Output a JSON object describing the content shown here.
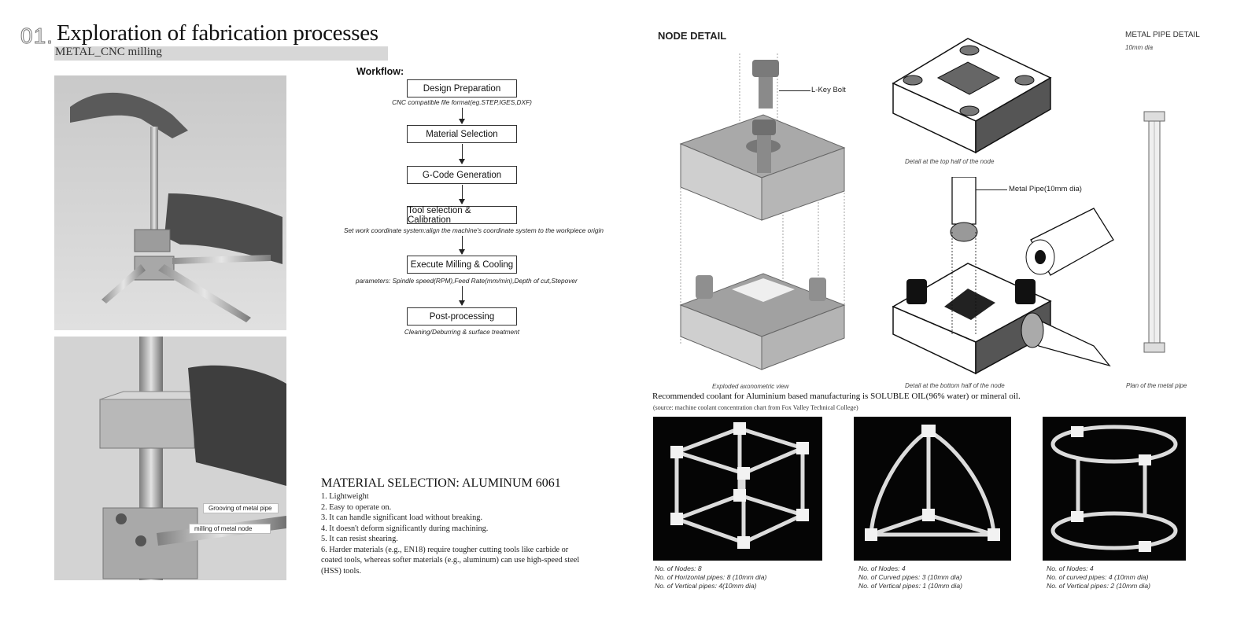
{
  "header": {
    "number": "01.",
    "title": "Exploration of fabrication processes",
    "subtitle": "METAL_CNC milling"
  },
  "photos": {
    "groove_label": "Grooving of metal pipe",
    "node_label": "milling of metal node"
  },
  "workflow": {
    "title": "Workflow:",
    "steps": [
      {
        "label": "Design Preparation",
        "note": "CNC compatible file format(eg.STEP,IGES,DXF)"
      },
      {
        "label": "Material Selection",
        "note": ""
      },
      {
        "label": "G-Code Generation",
        "note": ""
      },
      {
        "label": "Tool selection & Calibration",
        "note": "Set work coordinate system:align the machine's coordinate system to the workpiece origin"
      },
      {
        "label": "Execute Milling & Cooling",
        "note": "parameters: Spindle speed(RPM),Feed Rate(mm/min),Depth of cut,Stepover"
      },
      {
        "label": "Post-processing",
        "note": "Cleaning/Deburring & surface treatment"
      }
    ]
  },
  "material": {
    "title": "MATERIAL SELECTION: ALUMINUM 6061",
    "items": [
      "1. Lightweight",
      "2. Easy to operate on.",
      "3. It can handle significant load without breaking.",
      "4. It doesn't deform significantly during machining.",
      "5. It can resist shearing.",
      "6. Harder materials (e.g., EN18) require tougher cutting tools like carbide or coated tools, whereas softer materials (e.g., aluminum) can use high-speed steel (HSS) tools."
    ]
  },
  "node_detail": {
    "title": "NODE DETAIL",
    "bolt_label": "L-Key Bolt",
    "pipe_label": "Metal Pipe(10mm dia)",
    "caption_exploded": "Exploded axonometric view",
    "caption_top": "Detail at the top half of the node",
    "caption_bottom": "Detail at the bottom half of the node",
    "caption_plan": "Plan of the metal pipe",
    "pipe_detail_title": "METAL PIPE DETAIL",
    "pipe_detail_sub": "10mm dia"
  },
  "coolant": {
    "text": "Recommended  coolant for Aluminium based manufacturing is SOLUBLE OIL(96% water) or mineral oil.",
    "source": "(source: machine coolant concentration chart from Fox Valley Technical College)"
  },
  "renders": [
    {
      "lines": [
        "No. of Nodes: 8",
        "No. of Horizontal pipes: 8 (10mm dia)",
        "No. of Vertical pipes: 4(10mm dia)"
      ]
    },
    {
      "lines": [
        "No. of Nodes: 4",
        "No. of Curved pipes: 3 (10mm dia)",
        "No. of Vertical pipes: 1 (10mm dia)"
      ]
    },
    {
      "lines": [
        "No. of Nodes: 4",
        "No. of curved pipes: 4 (10mm dia)",
        "No. of Vertical pipes: 2 (10mm dia)"
      ]
    }
  ]
}
